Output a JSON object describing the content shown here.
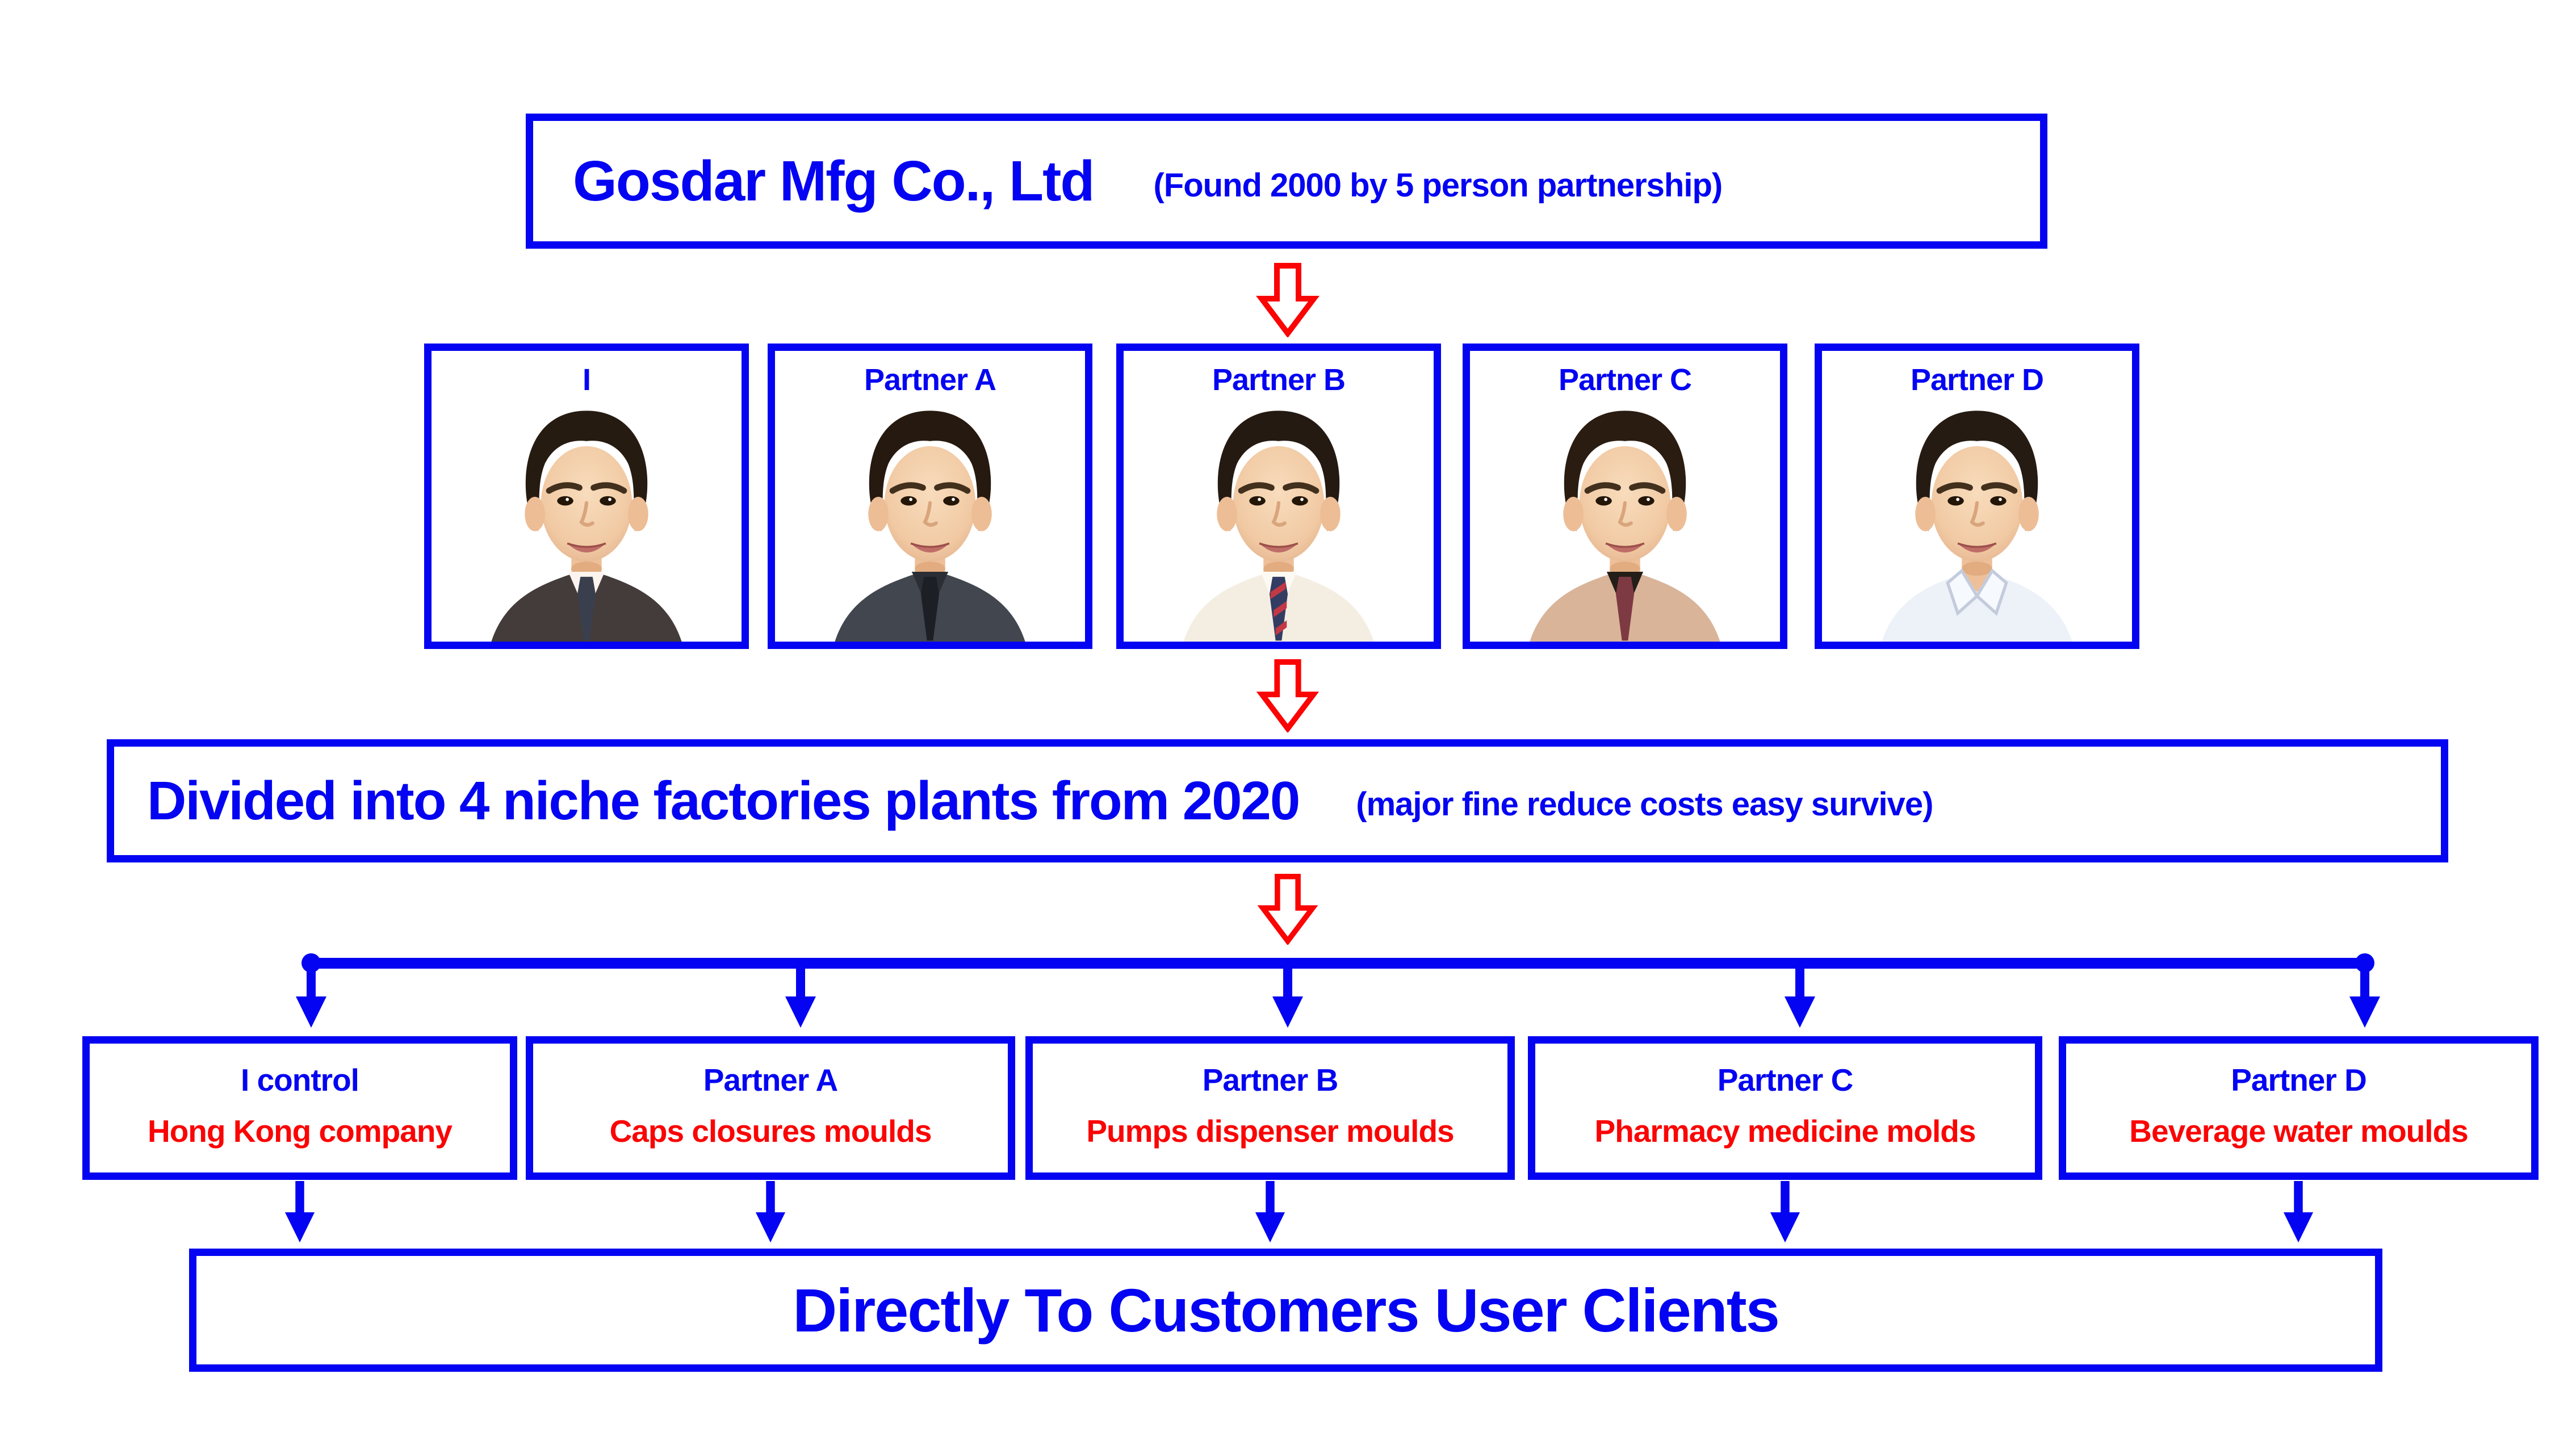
{
  "colors": {
    "blue": "#0404f2",
    "red": "#fb0404",
    "arrow_red": "#fb0404"
  },
  "header": {
    "title": "Gosdar Mfg Co., Ltd",
    "subtitle": "(Found 2000 by 5 person partnership)"
  },
  "partners_row": [
    {
      "label": "I",
      "portrait": {
        "hair": "#261b11",
        "jacket": "#443c3a",
        "shirt": "#fdf4ef",
        "tie": "#3a3f4d"
      }
    },
    {
      "label": "Partner A",
      "portrait": {
        "hair": "#26190f",
        "jacket": "#42464e",
        "shirt": "#2b2e34",
        "tie": "#1c1f25"
      }
    },
    {
      "label": "Partner B",
      "portrait": {
        "hair": "#241a12",
        "jacket": "#f4eee2",
        "shirt": "#fdfaf3",
        "tie": "#333d63",
        "tie_stripe": "#c23844"
      }
    },
    {
      "label": "Partner C",
      "portrait": {
        "hair": "#2a1c11",
        "jacket": "#d9b499",
        "shirt": "#241d18",
        "tie": "#7e3a42"
      }
    },
    {
      "label": "Partner D",
      "portrait": {
        "hair": "#251b12",
        "jacket": "#edf1f8",
        "shirt": "#f6f9fd"
      }
    }
  ],
  "division_banner": {
    "title": "Divided into 4 niche factories plants from 2020",
    "subtitle": "(major fine reduce costs easy survive)"
  },
  "division_boxes": [
    {
      "owner": "I control",
      "business": "Hong Kong company"
    },
    {
      "owner": "Partner A",
      "business": "Caps closures moulds"
    },
    {
      "owner": "Partner B",
      "business": "Pumps dispenser moulds"
    },
    {
      "owner": "Partner C",
      "business": "Pharmacy medicine molds"
    },
    {
      "owner": "Partner D",
      "business": "Beverage water moulds"
    }
  ],
  "footer": {
    "title": "Directly To Customers User Clients"
  }
}
